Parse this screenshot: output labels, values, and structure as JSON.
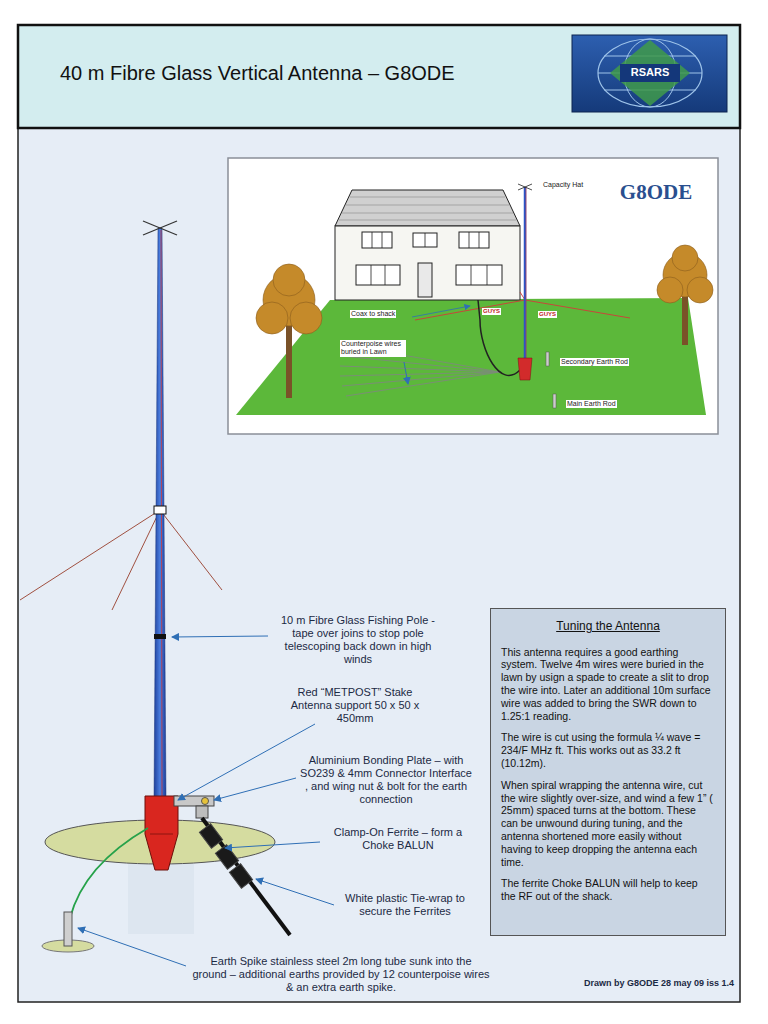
{
  "diagram": {
    "title": "40 m Fibre Glass Vertical Antenna – G8ODE",
    "nodes": [
      {
        "text": [
          "Tuning the Antenna",
          "This antenna requires a good earthing system. Twelve 4m wires were buried in the lawn by usign a spade to create a slit to drop the wire into. Later an additional 10m surface wire was added to bring the SWR down to 1.25:1 reading.",
          "The wire is cut using the formula ¼ wave = 234/F MHz ft. This works out as 33.2 ft (10.12m).",
          "When spiral wrapping the antenna wire, cut the wire slightly over-size, and wind a few 1” ( 25mm) spaced turns at the bottom. These can be unwound during tuning, and the antenna shortened more easily without having to keep dropping the antenna each time.",
          "The ferrite Choke BALUN will help to keep the RF out of the shack."
        ]
      }
    ],
    "labels": [
      "RSARS",
      "Capacity Hat",
      "G8ODE",
      "Coax to shack",
      "GUYS",
      "GUYS",
      "Counterpoise wires buried in Lawn",
      "Secondary Earth Rod",
      "Main Earth Rod",
      "10 m Fibre Glass Fishing Pole - tape over joins to stop pole telescoping back down in high winds",
      "Red “METPOST” Stake Antenna support 50 x 50 x 450mm",
      "Aluminium Bonding Plate – with SO239 & 4mm Connector Interface , and wing nut & bolt for the earth connection",
      "Clamp-On Ferrite – form a Choke BALUN",
      "White plastic Tie-wrap to secure the Ferrites",
      "Earth Spike stainless steel 2m long tube sunk into the ground – additional earths provided by 12 counterpoise wires & an extra earth spike.",
      "Drawn by G8ODE 28 may 09 iss 1.4"
    ]
  }
}
